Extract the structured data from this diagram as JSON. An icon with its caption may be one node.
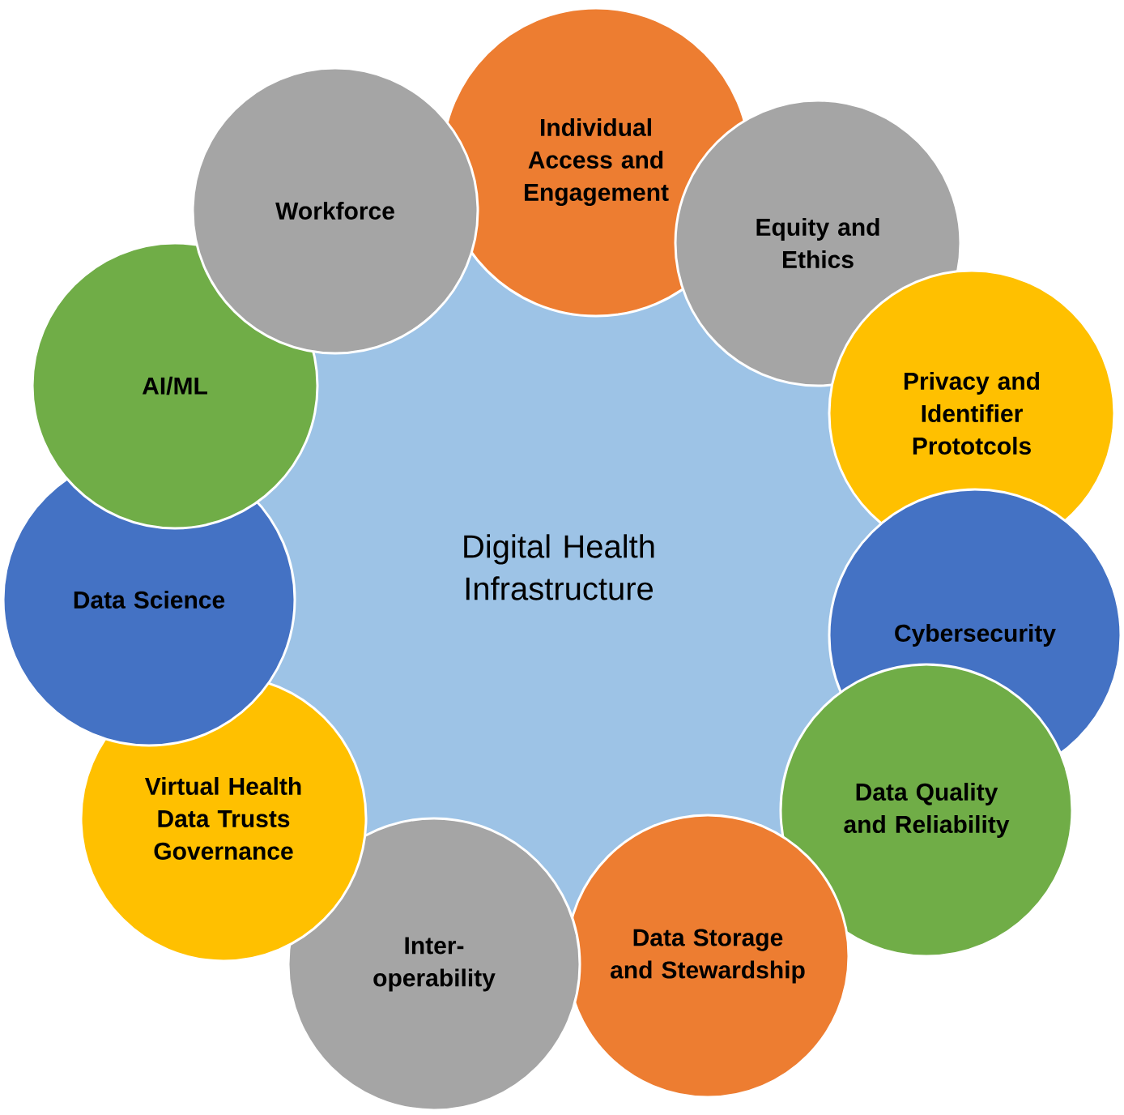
{
  "diagram": {
    "nodes": [
      {
        "text": [
          "Digital Health Infrastructure"
        ]
      },
      {
        "text": [
          "Individual Access and Engagement"
        ]
      },
      {
        "text": [
          "Equity and Ethics"
        ]
      },
      {
        "text": [
          "Privacy and Identifier Prototcols"
        ]
      },
      {
        "text": [
          "Cybersecurity"
        ]
      },
      {
        "text": [
          "Data Quality and Reliability"
        ]
      },
      {
        "text": [
          "Data Storage and Stewardship"
        ]
      },
      {
        "text": [
          "Inter- operability"
        ]
      },
      {
        "text": [
          "Virtual Health Data Trusts Governance"
        ]
      },
      {
        "text": [
          "Data Science"
        ]
      },
      {
        "text": [
          "AI/ML"
        ]
      },
      {
        "text": [
          "Workforce"
        ]
      }
    ]
  }
}
